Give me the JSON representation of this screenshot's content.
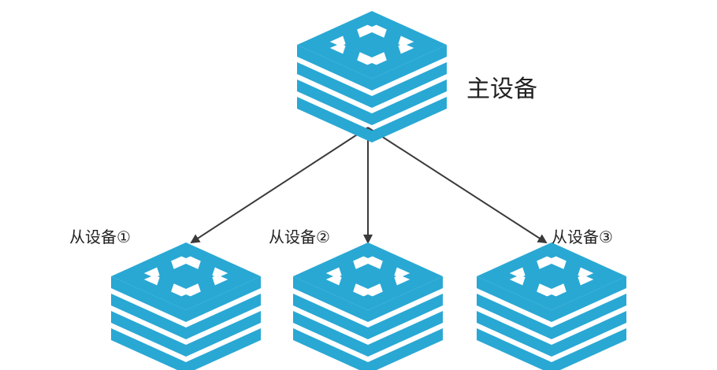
{
  "colors": {
    "device_face": "#29a8d4",
    "device_gap": "#ffffff",
    "edge": "#3a3a3a",
    "text": "#222222"
  },
  "icons": {
    "device": "server-stack-icon"
  },
  "master": {
    "label": "主设备"
  },
  "slaves": [
    {
      "label": "从设备①"
    },
    {
      "label": "从设备②"
    },
    {
      "label": "从设备③"
    }
  ]
}
